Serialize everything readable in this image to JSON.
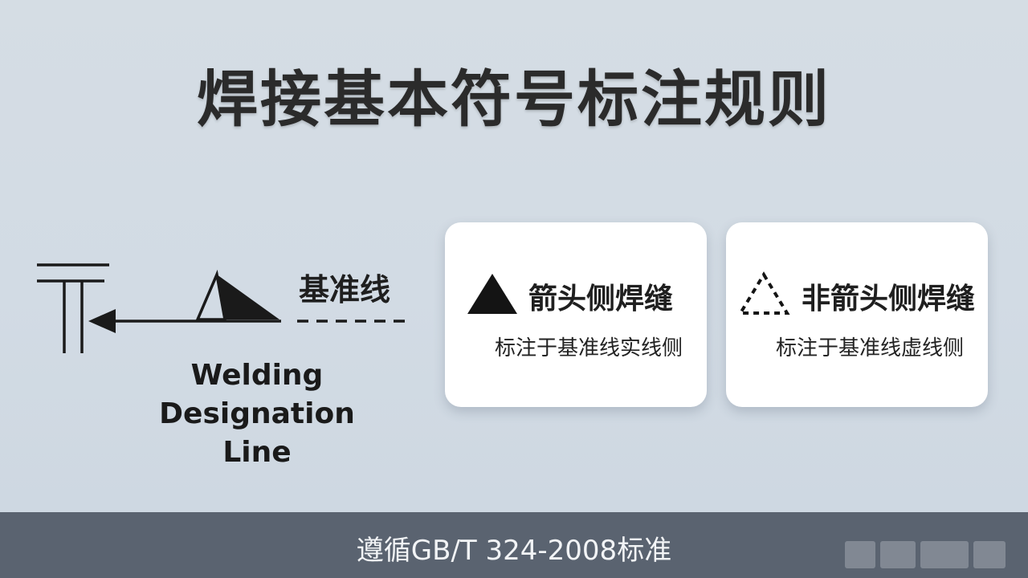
{
  "title": "焊接基本符号标注规则",
  "diagram": {
    "baseline_label": "基准线",
    "caption_line1": "Welding",
    "caption_line2": "Designation Line",
    "icons": [
      "weld-joint-icon",
      "arrow-icon",
      "fillet-weld-symbol-icon"
    ]
  },
  "cards": [
    {
      "icon": "solid-triangle-icon",
      "heading": "箭头侧焊缝",
      "description": "标注于基准线实线侧"
    },
    {
      "icon": "dashed-triangle-icon",
      "heading": "非箭头侧焊缝",
      "description": "标注于基准线虚线侧"
    }
  ],
  "footer": {
    "text": "遵循GB/T 324-2008标准"
  },
  "colors": {
    "background": "#d3dce5",
    "card": "#ffffff",
    "footer": "#5a6370",
    "ink": "#1f1f1f"
  }
}
